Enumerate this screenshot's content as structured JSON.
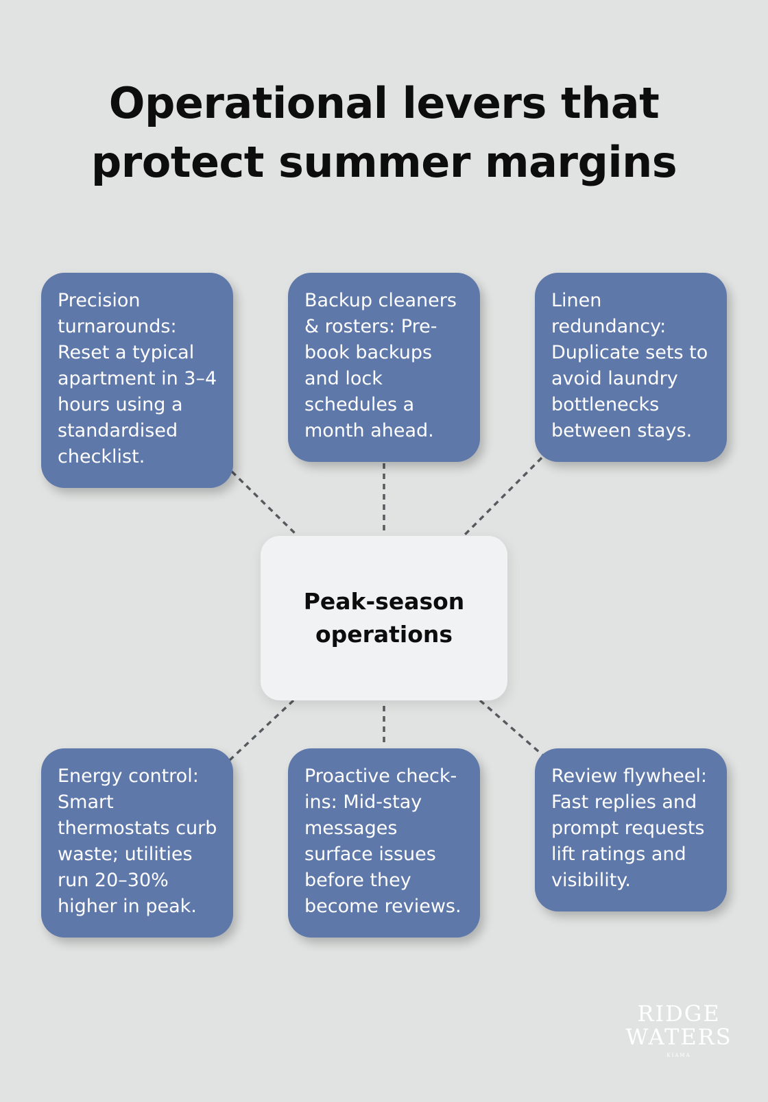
{
  "title": "Operational levers that protect summer margins",
  "center_label": "Peak-season operations",
  "cards": [
    {
      "text": "Precision turnarounds: Reset a typical apartment in 3–4 hours using a standardised checklist."
    },
    {
      "text": "Backup cleaners & rosters: Pre-book backups and lock schedules a month ahead."
    },
    {
      "text": "Linen redundancy: Duplicate sets to avoid laundry bottlenecks between stays."
    },
    {
      "text": "Energy control: Smart thermostats curb waste; utilities run 20–30% higher in peak."
    },
    {
      "text": "Proactive check-ins: Mid-stay messages surface issues before they become reviews."
    },
    {
      "text": "Review flywheel: Fast replies and prompt requests lift ratings and visibility."
    }
  ],
  "logo": {
    "line1": "RIDGE",
    "line2": "WATERS",
    "line3": "KIAMA"
  },
  "colors": {
    "card": "#5f78aa",
    "center": "#f1f2f4",
    "background": "#e1e3e2",
    "connector": "#555a5e"
  }
}
